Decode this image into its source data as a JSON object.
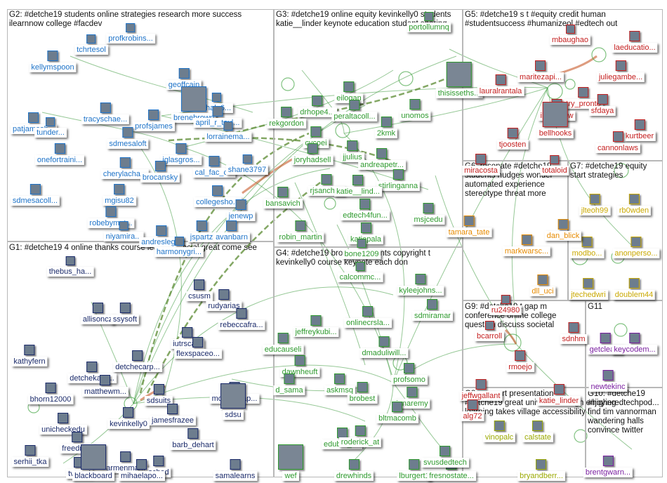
{
  "groups": [
    {
      "id": "G2",
      "title": "G2: #detche19 students online strategies research more success\nilearnnow college #facdev"
    },
    {
      "id": "G3",
      "title": "G3: #detche19 online equity kevinkelly0 students\nkatie__linder keynote education student sharing"
    },
    {
      "id": "G5",
      "title": "G5: #detche19 s t #equity credit human\n#studentsuccess #humanizeol #edtech out"
    },
    {
      "id": "G6",
      "title": "G6: resonate #detche19\nstudents nudges wonder\nautomated experience\nstereotype threat more"
    },
    {
      "id": "G7",
      "title": "G7: #detche19 equity\nstart strategies"
    },
    {
      "id": "G1",
      "title": "G1: #detche19 4 online thanks course learning social great come see"
    },
    {
      "id": "G4",
      "title": "G4: #detche19 brobest students copyright t\nkevinkelly0 course keynote each don"
    },
    {
      "id": "G9",
      "title": "G9: #detche19 t gap m\nconference online college\nquestion discuss societal"
    },
    {
      "id": "G11",
      "title": "G11"
    },
    {
      "id": "G8",
      "title": "G8: support presentation\n#detche19 great universal design enjoying\nlearning takes village accessibility"
    },
    {
      "id": "G10",
      "title": "G10: #detche19\n#higheredtechpod...\nfind tim vannorman\nwandering halls\nconvince twitter"
    }
  ],
  "nodes": [
    {
      "label": "profkrobins...",
      "color": "#1e73c8"
    },
    {
      "label": "tchrtesol",
      "color": "#1e73c8"
    },
    {
      "label": "kellymspoon",
      "color": "#1e73c8"
    },
    {
      "label": "geoffcain",
      "color": "#1e73c8"
    },
    {
      "label": "hhale6...",
      "color": "#1e73c8"
    },
    {
      "label": "brenebrown",
      "color": "#1e73c8"
    },
    {
      "label": "april_r_tayl...",
      "color": "#1e73c8"
    },
    {
      "label": "tracyschae...",
      "color": "#1e73c8"
    },
    {
      "label": "profsjames",
      "color": "#1e73c8"
    },
    {
      "label": "lorrainema...",
      "color": "#1e73c8"
    },
    {
      "label": "patjamesh...",
      "color": "#1e73c8"
    },
    {
      "label": "tunder...",
      "color": "#1e73c8"
    },
    {
      "label": "sdmesaloft",
      "color": "#1e73c8"
    },
    {
      "label": "jglasgros...",
      "color": "#1e73c8"
    },
    {
      "label": "onefortraini...",
      "color": "#1e73c8"
    },
    {
      "label": "cal_fac_col",
      "color": "#1e73c8"
    },
    {
      "label": "shane3797",
      "color": "#1e73c8"
    },
    {
      "label": "cherylacha...",
      "color": "#1e73c8"
    },
    {
      "label": "brocansky",
      "color": "#1e73c8"
    },
    {
      "label": "mgisu82",
      "color": "#1e73c8"
    },
    {
      "label": "collegesho...",
      "color": "#1e73c8"
    },
    {
      "label": "sdmesacoll...",
      "color": "#1e73c8"
    },
    {
      "label": "jenewp",
      "color": "#1e73c8"
    },
    {
      "label": "robebymat...",
      "color": "#1e73c8"
    },
    {
      "label": "niyamira...",
      "color": "#1e73c8"
    },
    {
      "label": "andresleg...",
      "color": "#1e73c8"
    },
    {
      "label": "jspartz",
      "color": "#1e73c8"
    },
    {
      "label": "avanbarn",
      "color": "#1e73c8"
    },
    {
      "label": "harmonygri...",
      "color": "#1e73c8"
    },
    {
      "label": "portollumnq",
      "color": "#2e9a2e"
    },
    {
      "label": "eilogan",
      "color": "#2e9a2e"
    },
    {
      "label": "drhope4...",
      "color": "#2e9a2e"
    },
    {
      "label": "peraltacoll...",
      "color": "#2e9a2e"
    },
    {
      "label": "unomos",
      "color": "#2e9a2e"
    },
    {
      "label": "thisisseths...",
      "color": "#2e9a2e"
    },
    {
      "label": "rekgordon",
      "color": "#2e9a2e"
    },
    {
      "label": "cvcoei",
      "color": "#2e9a2e"
    },
    {
      "label": "2kmk",
      "color": "#2e9a2e"
    },
    {
      "label": "joryhadsell",
      "color": "#2e9a2e"
    },
    {
      "label": "jjulius",
      "color": "#2e9a2e"
    },
    {
      "label": "andreapetr...",
      "color": "#2e9a2e"
    },
    {
      "label": "stirlinganna",
      "color": "#2e9a2e"
    },
    {
      "label": "rjsanchez",
      "color": "#2e9a2e"
    },
    {
      "label": "katie__lind...",
      "color": "#2e9a2e"
    },
    {
      "label": "bansavich",
      "color": "#2e9a2e"
    },
    {
      "label": "edtech4fun...",
      "color": "#2e9a2e"
    },
    {
      "label": "msjcedu",
      "color": "#2e9a2e"
    },
    {
      "label": "robin_martin",
      "color": "#2e9a2e"
    },
    {
      "label": "katiepala",
      "color": "#2e9a2e"
    },
    {
      "label": "bone1209",
      "color": "#2e9a2e"
    },
    {
      "label": "mbaughao",
      "color": "#c41e1e"
    },
    {
      "label": "laeducatio...",
      "color": "#c41e1e"
    },
    {
      "label": "maritezapi...",
      "color": "#c41e1e"
    },
    {
      "label": "juliegambe...",
      "color": "#c41e1e"
    },
    {
      "label": "lauralrantala",
      "color": "#c41e1e"
    },
    {
      "label": "try_pronto",
      "color": "#c41e1e"
    },
    {
      "label": "sfdaya",
      "color": "#c41e1e"
    },
    {
      "label": "ilearnnow",
      "color": "#c41e1e"
    },
    {
      "label": "tjoosten",
      "color": "#c41e1e"
    },
    {
      "label": "kurtbeer",
      "color": "#c41e1e"
    },
    {
      "label": "bellhooks",
      "color": "#c41e1e"
    },
    {
      "label": "cannonlaws",
      "color": "#c41e1e"
    },
    {
      "label": "miracosta",
      "color": "#c41e1e"
    },
    {
      "label": "totaloid",
      "color": "#c41e1e"
    },
    {
      "label": "jlteoh99",
      "color": "#c9a800"
    },
    {
      "label": "rb0wden",
      "color": "#c9a800"
    },
    {
      "label": "modbo...",
      "color": "#c9a800"
    },
    {
      "label": "anonperso...",
      "color": "#c9a800"
    },
    {
      "label": "jtechedwri",
      "color": "#c9a800"
    },
    {
      "label": "doublem44",
      "color": "#c9a800"
    },
    {
      "label": "tamara_tate",
      "color": "#e68a00"
    },
    {
      "label": "dan_blick",
      "color": "#e68a00"
    },
    {
      "label": "markwarsc...",
      "color": "#e68a00"
    },
    {
      "label": "dll_uci",
      "color": "#e68a00"
    },
    {
      "label": "thebus_ha...",
      "color": "#1a2a6a"
    },
    {
      "label": "csusm",
      "color": "#1a2a6a"
    },
    {
      "label": "rudyarias",
      "color": "#1a2a6a"
    },
    {
      "label": "allisoncz",
      "color": "#1a2a6a"
    },
    {
      "label": "ssysoft",
      "color": "#1a2a6a"
    },
    {
      "label": "rebeccafra...",
      "color": "#1a2a6a"
    },
    {
      "label": "iutrscafe",
      "color": "#1a2a6a"
    },
    {
      "label": "flexspaceo...",
      "color": "#1a2a6a"
    },
    {
      "label": "kathyfern",
      "color": "#1a2a6a"
    },
    {
      "label": "detchecarp...",
      "color": "#1a2a6a"
    },
    {
      "label": "detchekara...",
      "color": "#1a2a6a"
    },
    {
      "label": "matthewm...",
      "color": "#1a2a6a"
    },
    {
      "label": "sdsuits",
      "color": "#1a2a6a"
    },
    {
      "label": "mototherap...",
      "color": "#1a2a6a"
    },
    {
      "label": "bhorn12000",
      "color": "#1a2a6a"
    },
    {
      "label": "sdsu",
      "color": "#1a2a6a"
    },
    {
      "label": "kevinkelly0",
      "color": "#1a2a6a"
    },
    {
      "label": "jamesfrazee",
      "color": "#1a2a6a"
    },
    {
      "label": "unicheckedu",
      "color": "#1a2a6a"
    },
    {
      "label": "freednog",
      "color": "#1a2a6a"
    },
    {
      "label": "barb_dehart",
      "color": "#1a2a6a"
    },
    {
      "label": "tvzucd",
      "color": "#1a2a6a"
    },
    {
      "label": "serhii_tka",
      "color": "#1a2a6a"
    },
    {
      "label": "armenma...",
      "color": "#1a2a6a"
    },
    {
      "label": "sched",
      "color": "#1a2a6a"
    },
    {
      "label": "blackboard",
      "color": "#1a2a6a"
    },
    {
      "label": "mihaelapo...",
      "color": "#1a2a6a"
    },
    {
      "label": "samalearns",
      "color": "#1a2a6a"
    },
    {
      "label": "calcommc...",
      "color": "#2e9a2e"
    },
    {
      "label": "kyleejohns...",
      "color": "#2e9a2e"
    },
    {
      "label": "onlinecrsla...",
      "color": "#2e9a2e"
    },
    {
      "label": "sdmiramar",
      "color": "#2e9a2e"
    },
    {
      "label": "jeffreykubi...",
      "color": "#2e9a2e"
    },
    {
      "label": "educauseli",
      "color": "#2e9a2e"
    },
    {
      "label": "dmaduliwill...",
      "color": "#2e9a2e"
    },
    {
      "label": "dawnheuft",
      "color": "#2e9a2e"
    },
    {
      "label": "profsomo",
      "color": "#2e9a2e"
    },
    {
      "label": "d_sama",
      "color": "#2e9a2e"
    },
    {
      "label": "askmsq",
      "color": "#2e9a2e"
    },
    {
      "label": "brobest",
      "color": "#2e9a2e"
    },
    {
      "label": "janaremy",
      "color": "#2e9a2e"
    },
    {
      "label": "bltmacomb",
      "color": "#2e9a2e"
    },
    {
      "label": "wef",
      "color": "#2e9a2e"
    },
    {
      "label": "edubot_he",
      "color": "#2e9a2e"
    },
    {
      "label": "roderick_at",
      "color": "#2e9a2e"
    },
    {
      "label": "drewhinds",
      "color": "#2e9a2e"
    },
    {
      "label": "lburgert1",
      "color": "#2e9a2e"
    },
    {
      "label": "fresnostate...",
      "color": "#2e9a2e"
    },
    {
      "label": "svusdedtech",
      "color": "#2e9a2e"
    },
    {
      "label": "ru24980",
      "color": "#c41e1e"
    },
    {
      "label": "bcarroll",
      "color": "#c41e1e"
    },
    {
      "label": "rmoejo",
      "color": "#c41e1e"
    },
    {
      "label": "jeffwgallant",
      "color": "#c41e1e"
    },
    {
      "label": "katie_linder",
      "color": "#c41e1e"
    },
    {
      "label": "alg72",
      "color": "#c41e1e"
    },
    {
      "label": "sdnhm",
      "color": "#c41e1e"
    },
    {
      "label": "getclea...",
      "color": "#7a1fa0"
    },
    {
      "label": "keycodem...",
      "color": "#7a1fa0"
    },
    {
      "label": "newtekinc",
      "color": "#7a1fa0"
    },
    {
      "label": "vinopalc",
      "color": "#9aa800"
    },
    {
      "label": "calstate",
      "color": "#9aa800"
    },
    {
      "label": "bryandberr...",
      "color": "#9aa800"
    },
    {
      "label": "brentgwarn...",
      "color": "#7a1fa0"
    }
  ]
}
